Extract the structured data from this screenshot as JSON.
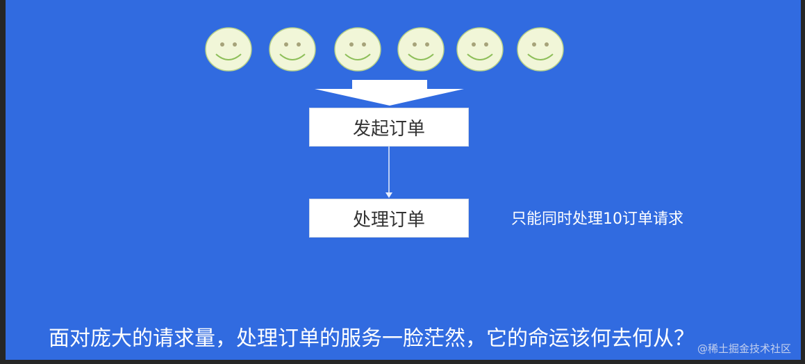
{
  "users": {
    "count": 6,
    "icon": "smiley-face-icon",
    "colors": {
      "fill": "#f1f6d8",
      "stroke": "#b6d08a",
      "eyes": "#a6a37a",
      "mouth": "#8ebf5a"
    }
  },
  "flow": {
    "start_box": "发起订单",
    "process_box": "处理订单"
  },
  "limit_note": "只能同时处理10订单请求",
  "caption": "面对庞大的请求量，处理订单的服务一脸茫然，它的命运该何去何从？",
  "watermark": "@稀土掘金技术社区",
  "colors": {
    "background": "#316be0",
    "box_fill": "#ffffff",
    "arrow": "#ffffff",
    "text": "#ffffff"
  }
}
